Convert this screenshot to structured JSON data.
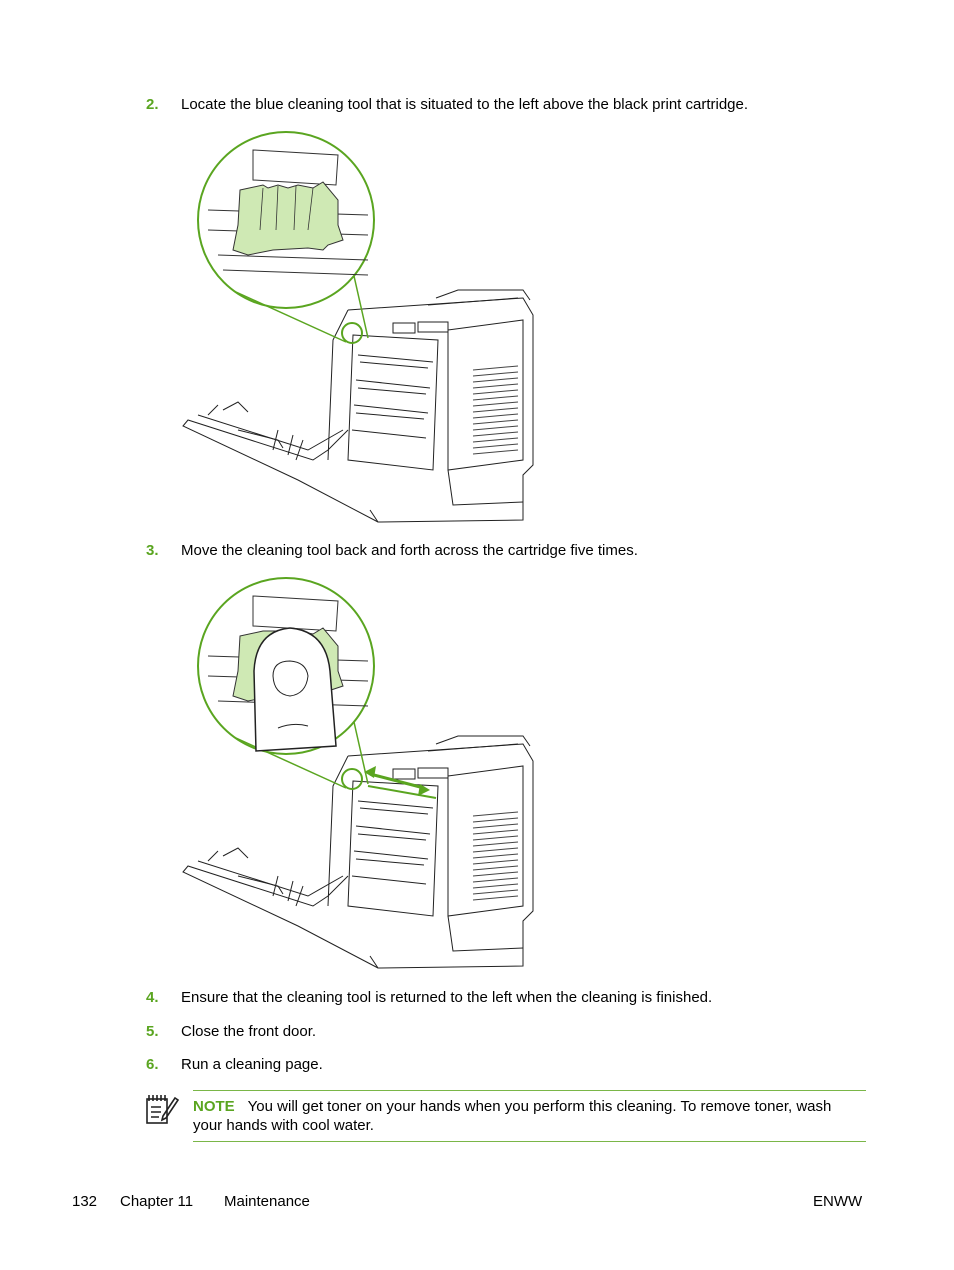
{
  "steps": [
    {
      "number": "2.",
      "text": "Locate the blue cleaning tool that is situated to the left above the black print cartridge."
    },
    {
      "number": "3.",
      "text": "Move the cleaning tool back and forth across the cartridge five times."
    },
    {
      "number": "4.",
      "text": "Ensure that the cleaning tool is returned to the left when the cleaning is finished."
    },
    {
      "number": "5.",
      "text": "Close the front door."
    },
    {
      "number": "6.",
      "text": "Run a cleaning page."
    }
  ],
  "note": {
    "label": "NOTE",
    "text": "You will get toner on your hands when you perform this cleaning. To remove toner, wash your hands with cool water."
  },
  "footer": {
    "page_number": "132",
    "chapter": "Chapter 11",
    "section": "Maintenance",
    "right": "ENWW"
  },
  "colors": {
    "accent_green": "#5aa520",
    "tool_fill": "#cfe9b4",
    "rule_green": "#7ab648"
  },
  "figures": [
    {
      "name": "cleaning-tool-location-illustration",
      "shows_finger": false,
      "shows_arrow": false
    },
    {
      "name": "cleaning-tool-motion-illustration",
      "shows_finger": true,
      "shows_arrow": true
    }
  ]
}
